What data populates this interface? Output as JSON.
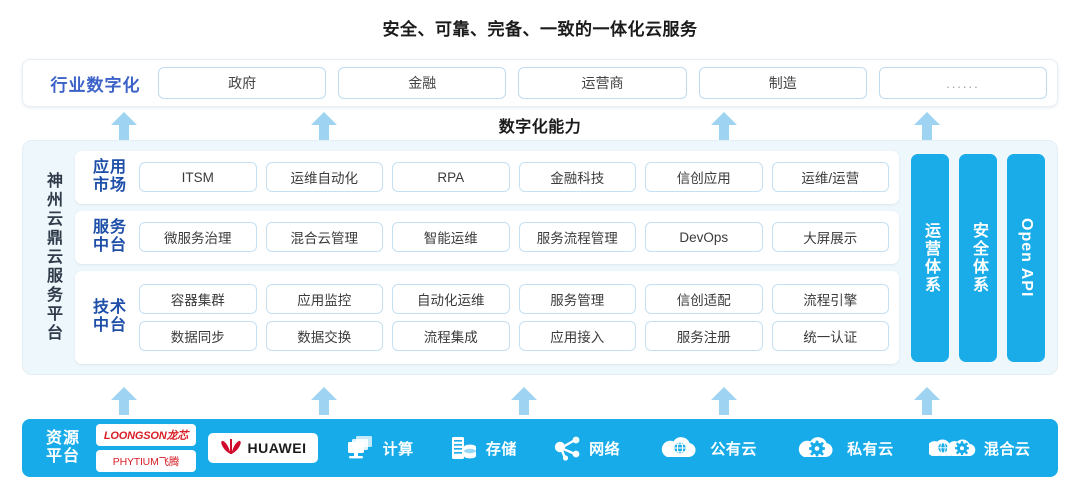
{
  "title": "安全、可靠、完备、一致的一体化云服务",
  "capability_label": "数字化能力",
  "industry": {
    "label": "行业数字化",
    "chips": [
      "政府",
      "金融",
      "运营商",
      "制造",
      "......"
    ]
  },
  "platform": {
    "vertical_title": "神州云鼎云服务平台",
    "rows": [
      {
        "label": "应用\n市场",
        "label_l1": "应用",
        "label_l2": "市场",
        "lines": [
          [
            "ITSM",
            "运维自动化",
            "RPA",
            "金融科技",
            "信创应用",
            "运维/运营"
          ]
        ]
      },
      {
        "label_l1": "服务",
        "label_l2": "中台",
        "lines": [
          [
            "微服务治理",
            "混合云管理",
            "智能运维",
            "服务流程管理",
            "DevOps",
            "大屏展示"
          ]
        ]
      },
      {
        "label_l1": "技术",
        "label_l2": "中台",
        "lines": [
          [
            "容器集群",
            "应用监控",
            "自动化运维",
            "服务管理",
            "信创适配",
            "流程引擎"
          ],
          [
            "数据同步",
            "数据交换",
            "流程集成",
            "应用接入",
            "服务注册",
            "统一认证"
          ]
        ]
      }
    ],
    "pillars": [
      "运营体系",
      "安全体系",
      "Open API"
    ]
  },
  "resource": {
    "label_l1": "资源",
    "label_l2": "平台",
    "logos": [
      "LOONGSON龙芯",
      "PHYTIUM飞腾"
    ],
    "huawei": "HUAWEI",
    "items": [
      {
        "label": "计算",
        "icon": "compute-icon"
      },
      {
        "label": "存储",
        "icon": "storage-icon"
      },
      {
        "label": "网络",
        "icon": "network-icon"
      },
      {
        "label": "公有云",
        "icon": "public-cloud-icon"
      },
      {
        "label": "私有云",
        "icon": "private-cloud-icon"
      },
      {
        "label": "混合云",
        "icon": "hybrid-cloud-icon"
      }
    ]
  },
  "arrows": {
    "top_row_x": [
      124,
      324,
      724,
      927
    ],
    "bottom_row_x": [
      124,
      324,
      524,
      724,
      927
    ]
  },
  "colors": {
    "accent_blue": "#17ace9",
    "arrow_blue": "#9fd3f2",
    "panel_bg": "#eef7fb",
    "chip_border": "#c5e0f3",
    "row_label": "#1d4fa8",
    "industry_label": "#3c62c9",
    "logo_red": "#d81f26"
  }
}
